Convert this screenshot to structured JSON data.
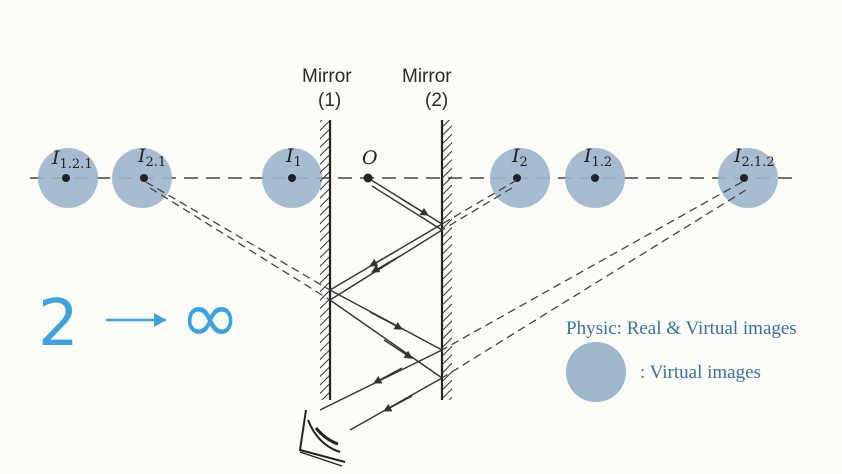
{
  "mirrors": [
    {
      "id": "m1",
      "label_line1": "Mirror",
      "label_line2": "(1)"
    },
    {
      "id": "m2",
      "label_line1": "Mirror",
      "label_line2": "(2)"
    }
  ],
  "object_label": "O",
  "images": [
    {
      "id": "i121",
      "main": "I",
      "sub": "1.2.1"
    },
    {
      "id": "i21",
      "main": "I",
      "sub": "2.1"
    },
    {
      "id": "i1",
      "main": "I",
      "sub": "1"
    },
    {
      "id": "i2",
      "main": "I",
      "sub": "2"
    },
    {
      "id": "i12",
      "main": "I",
      "sub": "1.2"
    },
    {
      "id": "i212",
      "main": "I",
      "sub": "2.1.2"
    }
  ],
  "annotation": {
    "left": "2",
    "arrow": "→",
    "right": "∞"
  },
  "legend": {
    "title": "Physic: Real & Virtual images",
    "marker_text": ": Virtual images"
  },
  "colors": {
    "virtual_image": "#9fb5cc",
    "accent": "#3ea3dc",
    "legend_text": "#3d6f9c",
    "ink": "#2a2a2a"
  }
}
